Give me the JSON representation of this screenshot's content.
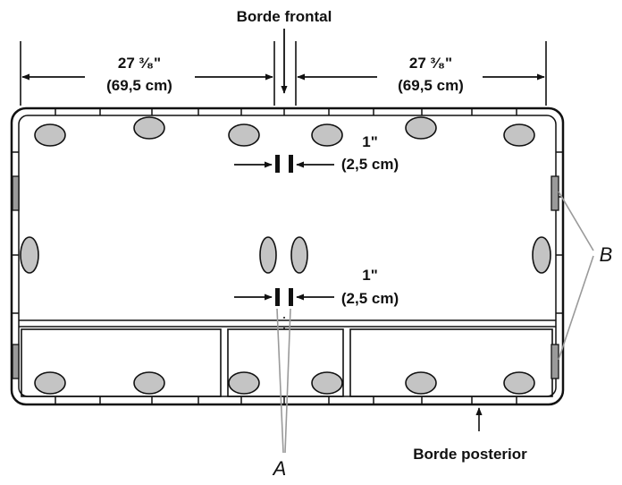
{
  "labels": {
    "front_edge": "Borde frontal",
    "rear_edge": "Borde posterior",
    "callout_a": "A",
    "callout_b": "B",
    "left_width_in": "27 ³⁄₈\"",
    "left_width_cm": "(69,5 cm)",
    "right_width_in": "27 ³⁄₈\"",
    "right_width_cm": "(69,5 cm)",
    "gap_top_in": "1\"",
    "gap_top_cm": "(2,5 cm)",
    "gap_bottom_in": "1\"",
    "gap_bottom_cm": "(2,5 cm)"
  },
  "colors": {
    "stroke": "#111111",
    "pad_fill": "#c4c4c4",
    "callout_line": "#9a9a9a"
  }
}
